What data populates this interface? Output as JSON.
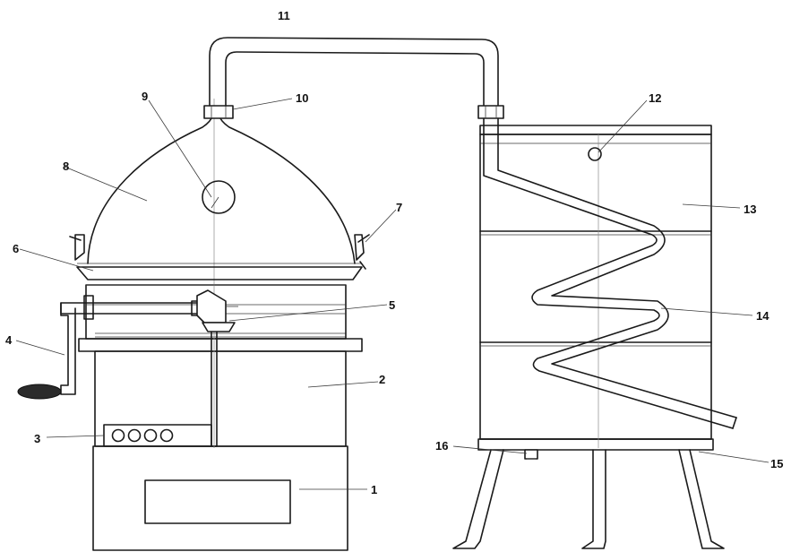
{
  "diagram": {
    "labels": [
      {
        "id": "l1",
        "text": "1"
      },
      {
        "id": "l2",
        "text": "2"
      },
      {
        "id": "l3",
        "text": "3"
      },
      {
        "id": "l4",
        "text": "4"
      },
      {
        "id": "l5",
        "text": "5"
      },
      {
        "id": "l6",
        "text": "6"
      },
      {
        "id": "l7",
        "text": "7"
      },
      {
        "id": "l8",
        "text": "8"
      },
      {
        "id": "l9",
        "text": "9"
      },
      {
        "id": "l10",
        "text": "10"
      },
      {
        "id": "l11",
        "text": "11"
      },
      {
        "id": "l12",
        "text": "12"
      },
      {
        "id": "l13",
        "text": "13"
      },
      {
        "id": "l14",
        "text": "14"
      },
      {
        "id": "l15",
        "text": "15"
      },
      {
        "id": "l16",
        "text": "16"
      }
    ]
  }
}
